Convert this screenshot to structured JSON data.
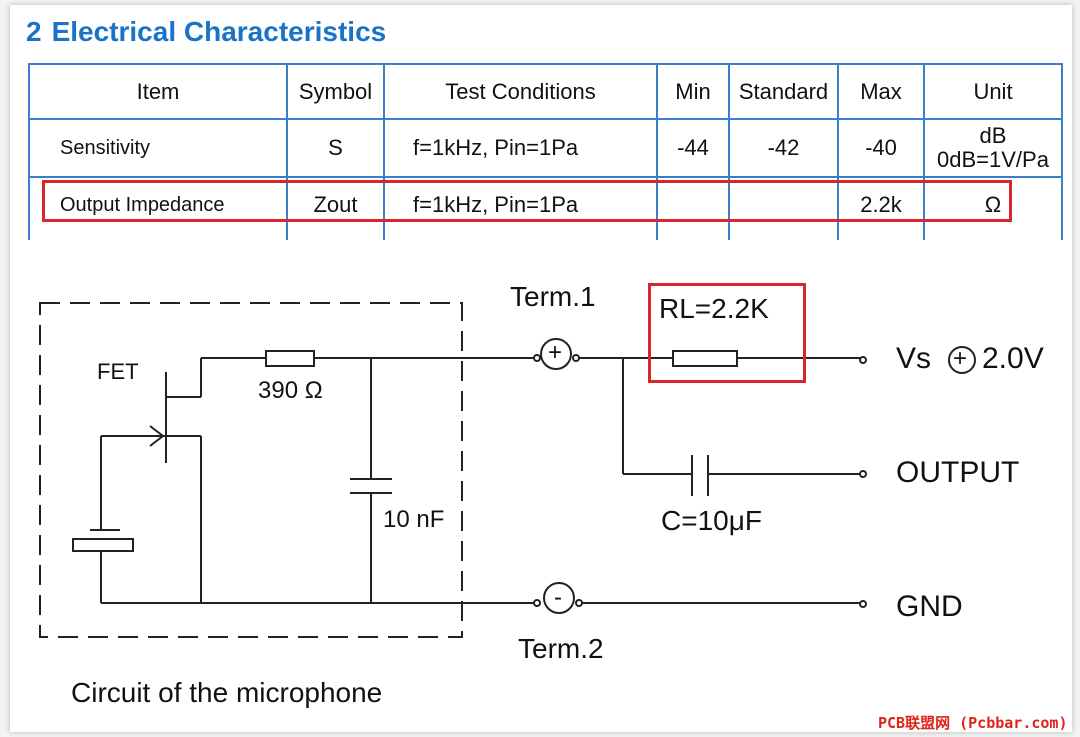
{
  "section": {
    "number": "2",
    "title": "Electrical Characteristics"
  },
  "table": {
    "headers": [
      "Item",
      "Symbol",
      "Test Conditions",
      "Min",
      "Standard",
      "Max",
      "Unit"
    ],
    "rows": [
      {
        "item": "Sensitivity",
        "symbol": "S",
        "conditions": "f=1kHz,  Pin=1Pa",
        "min": "-44",
        "standard": "-42",
        "max": "-40",
        "unit_line1": "dB",
        "unit_line2": "0dB=1V/Pa"
      },
      {
        "item": "Output Impedance",
        "symbol": "Zout",
        "conditions": "f=1kHz,  Pin=1Pa",
        "min": "",
        "standard": "",
        "max": "2.2k",
        "unit_line1": "Ω",
        "unit_line2": ""
      }
    ]
  },
  "circuit": {
    "fet_label": "FET",
    "resistor_label": "390 Ω",
    "capacitor_label": "10 nF",
    "term1_label": "Term.1",
    "term2_label": "Term.2",
    "rl_label": "RL=2.2K",
    "vs_label": "Vs",
    "vs_voltage": "2.0V",
    "output_label": "OUTPUT",
    "c_label": "C=10μF",
    "gnd_label": "GND",
    "caption": "Circuit of the microphone",
    "plus_symbol": "+",
    "minus_symbol": "-"
  },
  "watermark": "PCB联盟网 (Pcbbar.com)",
  "colors": {
    "heading": "#1a73c9",
    "table_border": "#3b7fc9",
    "highlight": "#d8262d",
    "watermark": "#e0241b"
  }
}
